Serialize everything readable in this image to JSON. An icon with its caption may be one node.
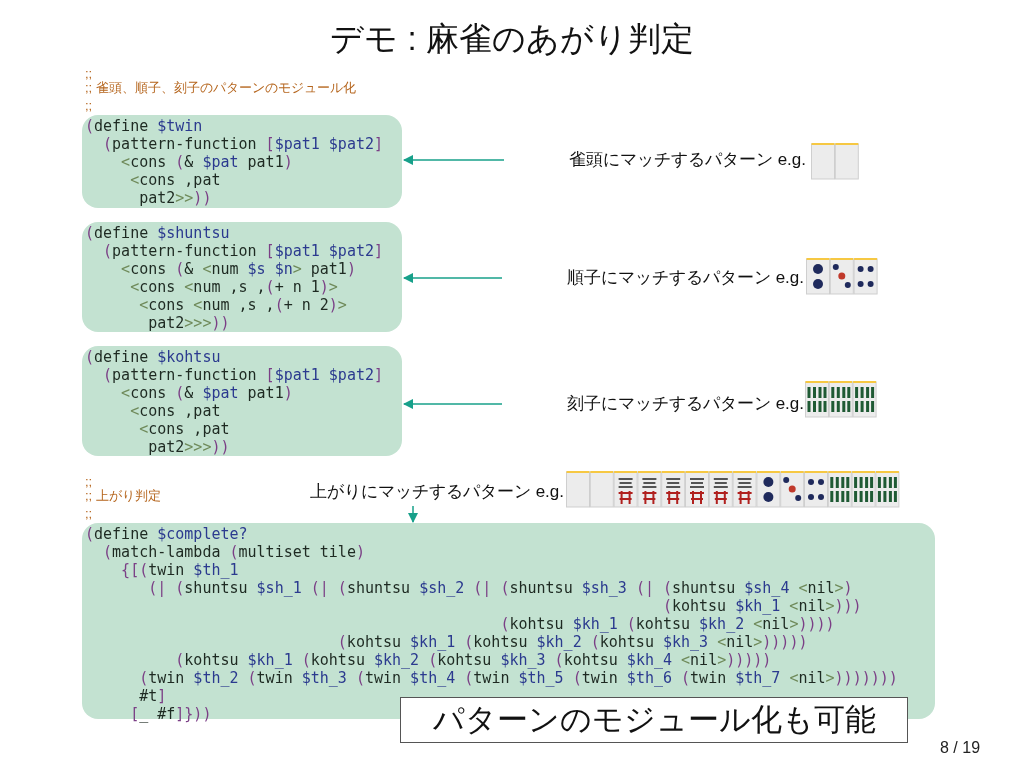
{
  "diagram": {
    "title": "デモ : 麻雀のあがり判定",
    "nodes": [
      {
        "text": [
          "(define $twin",
          "(pattern-function [$pat1 $pat2]",
          "<cons (& $pat pat1)",
          "<cons ,pat",
          "pat2>>))"
        ]
      },
      {
        "text": [
          "(define $shuntsu",
          "(pattern-function [$pat1 $pat2]",
          "<cons (& <num $s $n> pat1)",
          "<cons <num ,s ,(+ n 1)>",
          "<cons <num ,s ,(+ n 2)>",
          "pat2>>>))"
        ]
      },
      {
        "text": [
          "(define $kohtsu",
          "(pattern-function [$pat1 $pat2]",
          "<cons (& $pat pat1)",
          "<cons ,pat",
          "<cons ,pat",
          "pat2>>>))"
        ]
      },
      {
        "text": [
          "(define $complete?",
          "(match-lambda (multiset tile)",
          "{[(twin $th_1",
          "(| (shuntsu $sh_1 (| (shuntsu $sh_2 (| (shuntsu $sh_3 (| (shuntsu $sh_4 <nil>)",
          "(kohtsu $kh_1 <nil>)))",
          "(kohtsu $kh_1 (kohtsu $kh_2 <nil>))))",
          "(kohtsu $kh_1 (kohtsu $kh_2 (kohtsu $kh_3 <nil>)))))",
          "(kohtsu $kh_1 (kohtsu $kh_2 (kohtsu $kh_3 (kohtsu $kh_4 <nil>)))))",
          "(twin $th_2 (twin $th_3 (twin $th_4 (twin $th_5 (twin $th_6 (twin $th_7 <nil>)))))))",
          "#t]",
          "[_ #f]}))"
        ]
      },
      {
        "text": [
          "雀頭にマッチするパターン e.g."
        ]
      },
      {
        "text": [
          "順子にマッチするパターン e.g."
        ]
      },
      {
        "text": [
          "刻子にマッチするパターン e.g."
        ]
      },
      {
        "text": [
          "上がりにマッチするパターン e.g."
        ]
      },
      {
        "text": [
          "パターンのモジュール化も可能"
        ]
      }
    ],
    "edges": [
      {
        "from": 4,
        "to": 0,
        "arrow": "to"
      },
      {
        "from": 5,
        "to": 1,
        "arrow": "to"
      },
      {
        "from": 6,
        "to": 2,
        "arrow": "to"
      },
      {
        "from": 7,
        "to": 3,
        "arrow": "to"
      }
    ],
    "labels": [
      ";;",
      ";; 雀頭、順子、刻子のパターンのモジュール化",
      ";;",
      ";;",
      ";; 上がり判定",
      ";;",
      "8 / 19"
    ]
  }
}
